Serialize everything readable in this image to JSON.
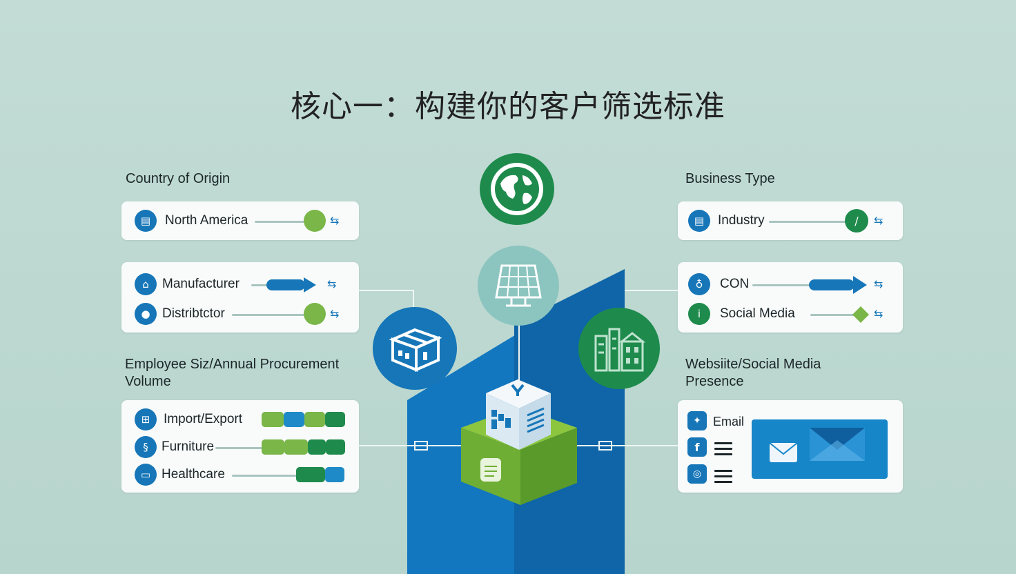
{
  "title": "核心一：构建你的客户筛选标准",
  "left": {
    "country": {
      "label": "Country of Origin",
      "rows": [
        {
          "text": "North America",
          "icon": "building-icon"
        }
      ]
    },
    "type": {
      "rows": [
        {
          "text": "Manufacturer",
          "icon": "factory-icon"
        },
        {
          "text": "Distribtctor",
          "icon": "person-icon"
        }
      ]
    },
    "size": {
      "label_line1": "Employee Siz/Annual Procurement",
      "label_line2": "Volume",
      "rows": [
        {
          "text": "Import/Export",
          "icon": "import-icon"
        },
        {
          "text": "Furniture",
          "icon": "furniture-icon"
        },
        {
          "text": "Healthcare",
          "icon": "health-icon"
        }
      ]
    }
  },
  "right": {
    "business": {
      "label": "Business Type",
      "rows": [
        {
          "text": "Industry",
          "icon": "industry-icon"
        }
      ]
    },
    "channels": {
      "rows": [
        {
          "text": "CON",
          "icon": "con-icon"
        },
        {
          "text": "Social Media",
          "icon": "info-icon"
        }
      ]
    },
    "presence": {
      "label_line1": "Websiite/Social Media",
      "label_line2": "Presence",
      "rows": [
        {
          "text": "Email",
          "icon": "twitter-icon"
        }
      ]
    }
  },
  "icons": {
    "globe": "globe-icon",
    "solar": "solar-panel-icon",
    "box": "box-icon",
    "city": "city-buildings-icon",
    "cube": "data-cube-icon",
    "mail": "envelope-icon",
    "link": "link-icon"
  },
  "colors": {
    "blue": "#1676b8",
    "green": "#1e8b4c",
    "lime": "#7ab648",
    "background": "#c3ddd6"
  }
}
